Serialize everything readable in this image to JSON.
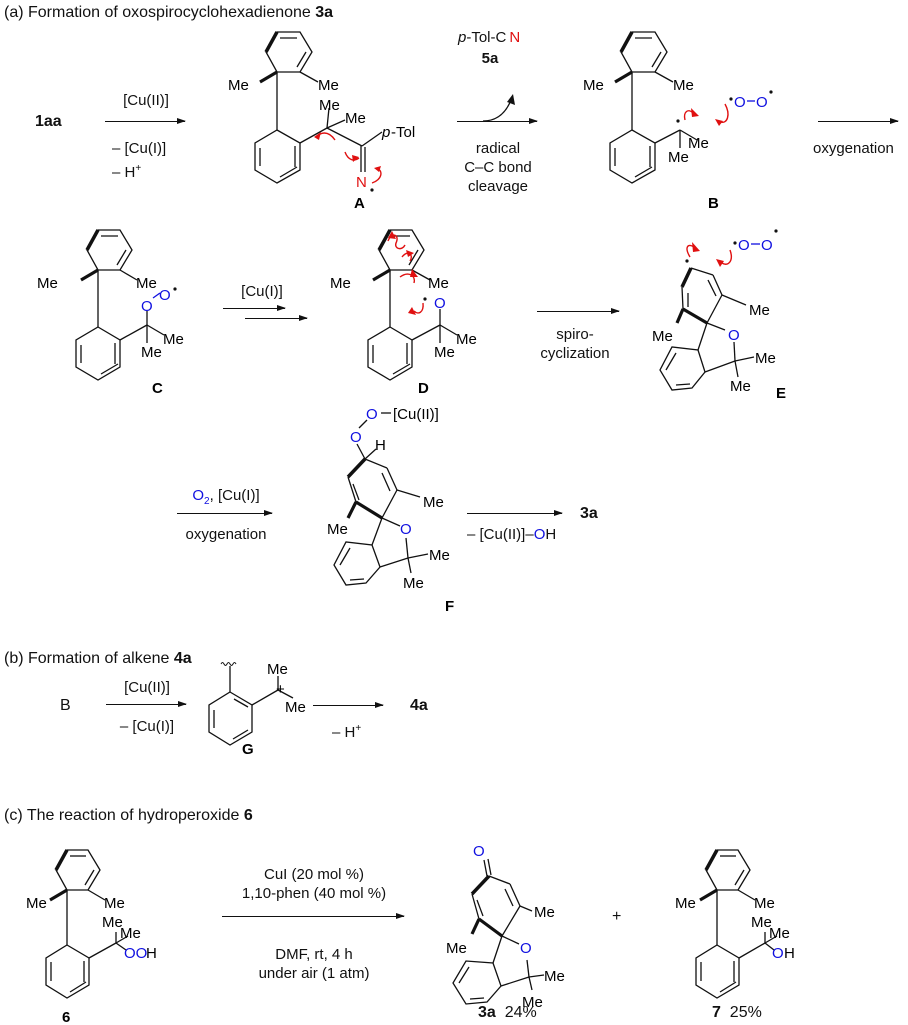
{
  "sections": {
    "a": {
      "prefix": "(a) Formation of oxospirocyclohexadienone ",
      "bold": "3a"
    },
    "b": {
      "prefix": "(b) Formation of alkene ",
      "bold": "4a"
    },
    "c": {
      "prefix": "(c) The reaction of hydroperoxide ",
      "bold": "6"
    }
  },
  "compounds": {
    "start_a": "1aa",
    "A": "A",
    "B": "B",
    "C": "C",
    "D": "D",
    "E": "E",
    "F": "F",
    "G": "G",
    "product_3a": "3a",
    "product_4a": "4a",
    "start_b": "B",
    "c_start": "6",
    "c_prod1": "3a",
    "c_prod1_yield": "24%",
    "c_prod2": "7",
    "c_prod2_yield": "25%",
    "plus": "+"
  },
  "reagents": {
    "a1_top": "[Cu(II)]",
    "a1_bot1": "– [Cu(I)]",
    "a1_bot2": "– H",
    "a1_bot2_sup": "+",
    "a2_top_prefix": "p",
    "a2_top_mid": "-Tol-C",
    "a2_top_n": "N",
    "a2_top_label": "5a",
    "a2_bot1": "radical",
    "a2_bot2": "C–C bond",
    "a2_bot3": "cleavage",
    "a3_bot": "oxygenation",
    "a4_top": "[Cu(I)]",
    "a5_bot1": "spiro-",
    "a5_bot2": "cyclization",
    "a6_top_o": "O",
    "a6_top_sub": "2",
    "a6_top_rest": ", [Cu(I)]",
    "a6_bot": "oxygenation",
    "a7_bot_pre": "– [Cu(II)]–",
    "a7_bot_o": "O",
    "a7_bot_h": "H",
    "b1_top": "[Cu(II)]",
    "b1_bot": "– [Cu(I)]",
    "b2_bot": "– H",
    "b2_bot_sup": "+",
    "c_top1": "CuI (20 mol %)",
    "c_top2": "1,10-phen (40 mol %)",
    "c_bot1": "DMF, rt, 4 h",
    "c_bot2": "under air (1 atm)"
  },
  "atoms": {
    "me": "Me",
    "ptol": "-Tol",
    "p": "p",
    "n": "N",
    "o": "O",
    "h": "H",
    "ooh_o": "OO",
    "oh_o": "O",
    "cu2": "[Cu(II)]",
    "plus_charge": "+"
  },
  "colors": {
    "oxygen": "#1010e0",
    "nitrogen": "#e01010",
    "arrow_push": "#e01010",
    "ink": "#111111"
  }
}
